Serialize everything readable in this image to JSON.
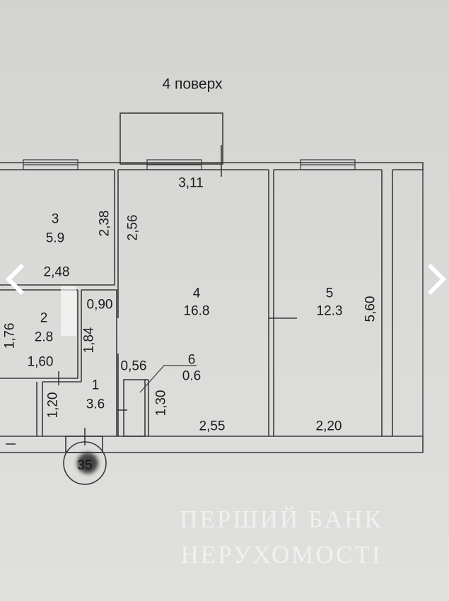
{
  "floor_title": "4 поверх",
  "watermark": {
    "line1": "ПЕРШИЙ БАНК",
    "line2": "НЕРУХОМОСТІ"
  },
  "rooms": [
    {
      "number": "1",
      "area": "3.6"
    },
    {
      "number": "2",
      "area": "2.8"
    },
    {
      "number": "3",
      "area": "5.9"
    },
    {
      "number": "4",
      "area": "16.8"
    },
    {
      "number": "5",
      "area": "12.3"
    },
    {
      "number": "6",
      "area": "0.6"
    }
  ],
  "dimensions": {
    "d311": "3,11",
    "d238": "2,38",
    "d256": "2,56",
    "d248": "2,48",
    "d090": "0,90",
    "d176": "1,76",
    "d184": "1,84",
    "d160": "1,60",
    "d056": "0,56",
    "d120": "1,20",
    "d130": "1,30",
    "d255": "2,55",
    "d220": "2,20",
    "d560": "5,60"
  },
  "stair_marker": "35",
  "nav": {
    "prev_icon": "chevron-left-icon",
    "next_icon": "chevron-right-icon"
  }
}
